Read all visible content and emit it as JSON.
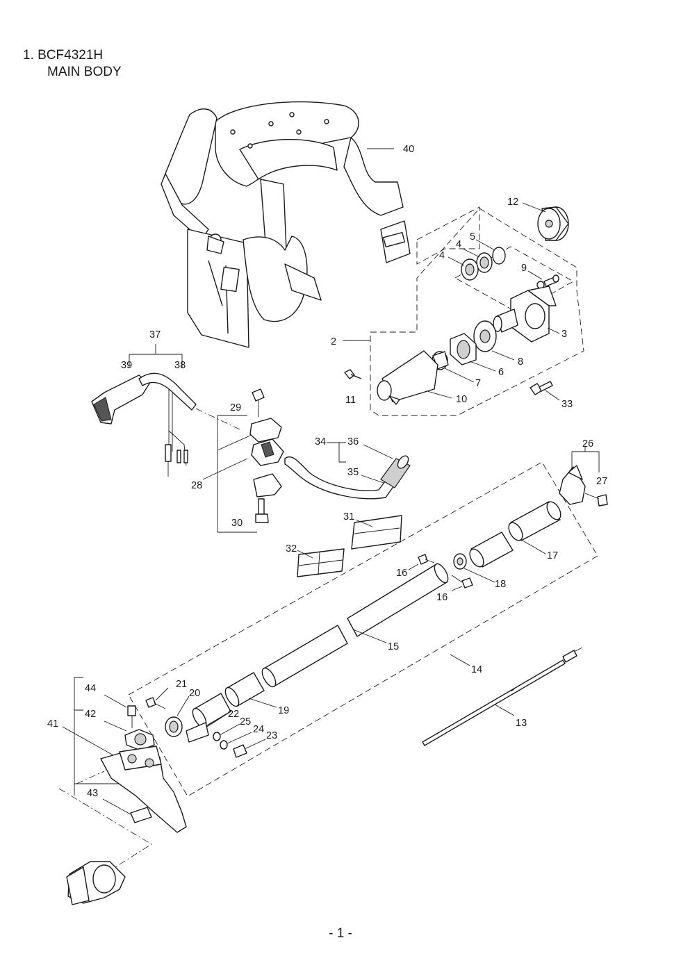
{
  "header": {
    "title_line1": "1. BCF4321H",
    "title_line2": "MAIN BODY"
  },
  "footer": {
    "page_label": "- 1 -"
  },
  "callouts": {
    "c2": "2",
    "c3": "3",
    "c4a": "4",
    "c4b": "4",
    "c5": "5",
    "c6": "6",
    "c7": "7",
    "c8": "8",
    "c9": "9",
    "c10": "10",
    "c11": "11",
    "c12": "12",
    "c13": "13",
    "c14": "14",
    "c15": "15",
    "c16a": "16",
    "c16b": "16",
    "c17": "17",
    "c18": "18",
    "c19": "19",
    "c20": "20",
    "c21": "21",
    "c22": "22",
    "c23": "23",
    "c24": "24",
    "c25": "25",
    "c26": "26",
    "c27": "27",
    "c28": "28",
    "c29": "29",
    "c30": "30",
    "c31": "31",
    "c32": "32",
    "c33": "33",
    "c34": "34",
    "c35": "35",
    "c36": "36",
    "c37": "37",
    "c38": "38",
    "c39": "39",
    "c40": "40",
    "c41": "41",
    "c42": "42",
    "c43": "43",
    "c44": "44"
  },
  "colors": {
    "ink": "#1a1a1a",
    "paper": "#ffffff",
    "shade": "#cfcfcf"
  }
}
